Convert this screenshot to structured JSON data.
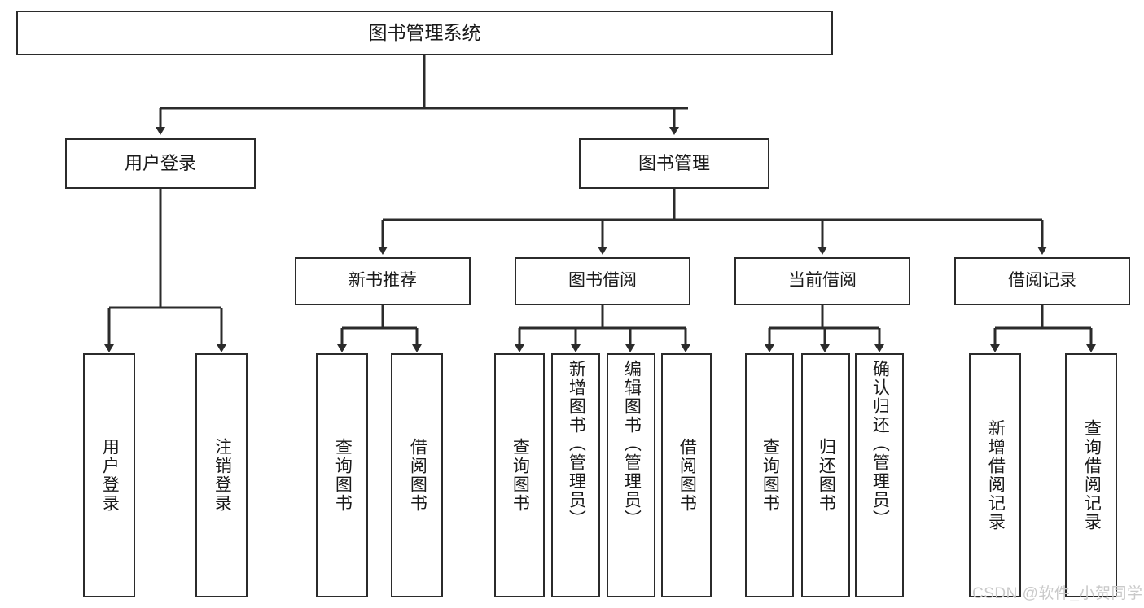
{
  "diagram": {
    "title": "图书管理系统",
    "type": "tree-hierarchy-diagram",
    "colors": {
      "box_border": "#2b2b2b",
      "box_fill": "#ffffff",
      "connector": "#2b2b2b",
      "text": "#1a1a1a",
      "watermark": "#c9c9c9",
      "background": "#ffffff"
    },
    "root": {
      "label": "图书管理系统"
    },
    "level2": [
      {
        "label": "用户登录"
      },
      {
        "label": "图书管理"
      }
    ],
    "level3": [
      {
        "label": "新书推荐"
      },
      {
        "label": "图书借阅"
      },
      {
        "label": "当前借阅"
      },
      {
        "label": "借阅记录"
      }
    ],
    "leaves": {
      "user_login": [
        {
          "label": "用户登录"
        },
        {
          "label": "注销登录"
        }
      ],
      "new_book_recommend": [
        {
          "label": "查询图书"
        },
        {
          "label": "借阅图书"
        }
      ],
      "book_borrow": [
        {
          "label": "查询图书"
        },
        {
          "label": "新增图书（管理员）"
        },
        {
          "label": "编辑图书（管理员）"
        },
        {
          "label": "借阅图书"
        }
      ],
      "current_borrow": [
        {
          "label": "查询图书"
        },
        {
          "label": "归还图书"
        },
        {
          "label": "确认归还（管理员）"
        }
      ],
      "borrow_record": [
        {
          "label": "新增借阅记录"
        },
        {
          "label": "查询借阅记录"
        }
      ]
    },
    "watermark": "CSDN @软件_小贺同学"
  }
}
